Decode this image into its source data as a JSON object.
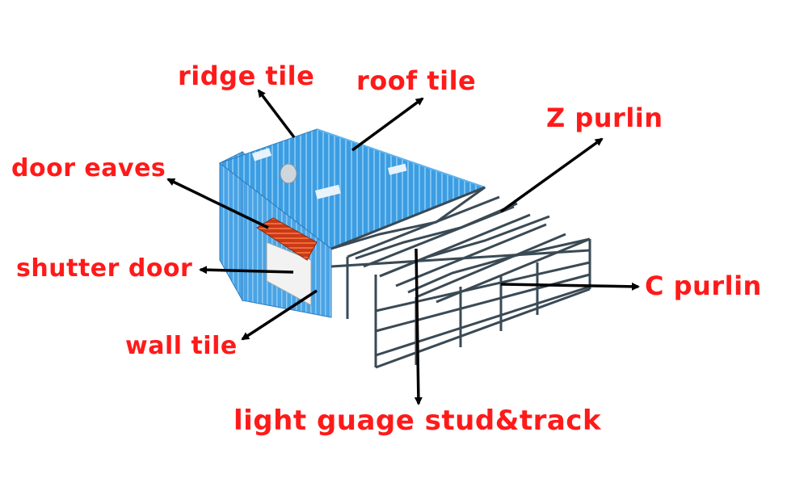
{
  "labels": {
    "ridge_tile": "ridge tile",
    "roof_tile": "roof tile",
    "z_purlin": "Z purlin",
    "door_eaves": "door eaves",
    "shutter_door": "shutter door",
    "c_purlin": "C purlin",
    "wall_tile": "wall tile",
    "stud_track": "light guage stud&track"
  },
  "colors": {
    "label": "#ff1a1a",
    "roof_panel": "#3a9be0",
    "wall_panel": "#4fa6e6",
    "steel_frame": "#3a4a55",
    "door_eaves": "#d9421c",
    "arrow": "#000000"
  }
}
